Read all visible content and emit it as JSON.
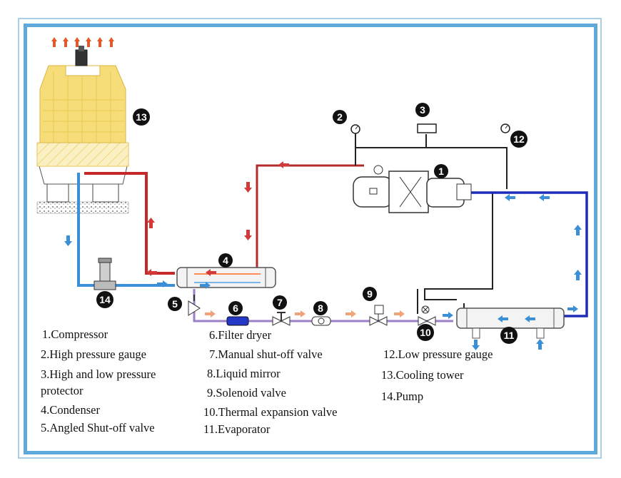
{
  "legend": {
    "col1": [
      {
        "id": "1",
        "text": "1.Compressor"
      },
      {
        "id": "2",
        "text": "2.High pressure gauge"
      },
      {
        "id": "3a",
        "text": "3.High and low pressure"
      },
      {
        "id": "3b",
        "text": "protector"
      },
      {
        "id": "4",
        "text": "4.Condenser"
      },
      {
        "id": "5",
        "text": "5.Angled Shut-off valve"
      }
    ],
    "col2": [
      {
        "id": "6",
        "text": "6.Filter dryer"
      },
      {
        "id": "7",
        "text": "7.Manual shut-off valve"
      },
      {
        "id": "8",
        "text": "8.Liquid mirror"
      },
      {
        "id": "9",
        "text": "9.Solenoid valve"
      },
      {
        "id": "10",
        "text": "10.Thermal expansion valve"
      },
      {
        "id": "11",
        "text": "11.Evaporator"
      }
    ],
    "col3": [
      {
        "id": "12",
        "text": "12.Low pressure gauge"
      },
      {
        "id": "13",
        "text": "13.Cooling tower"
      },
      {
        "id": "14",
        "text": "14.Pump"
      }
    ]
  },
  "markers": [
    "1",
    "2",
    "3",
    "4",
    "5",
    "6",
    "7",
    "8",
    "9",
    "10",
    "11",
    "12",
    "13",
    "14"
  ],
  "colors": {
    "frame": "#5da9dc",
    "hot_water": "#c62828",
    "cold_water": "#3a8fd6",
    "refrigerant_liquid": "#9b7fc9",
    "chilled_loop": "#1e2bb8",
    "tower": "#f6dd7a",
    "flow_arrow_orange": "#f0a27a"
  }
}
